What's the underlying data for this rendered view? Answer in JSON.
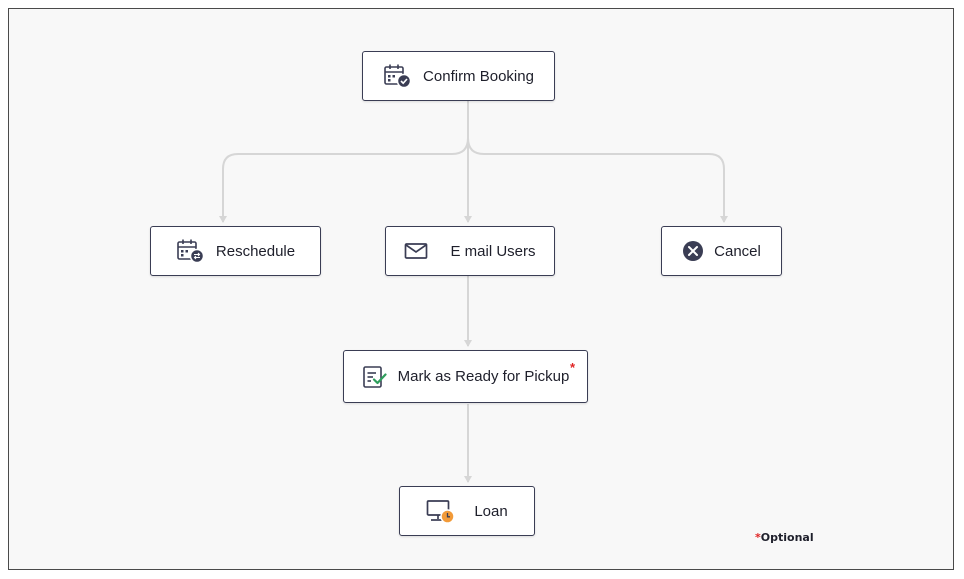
{
  "nodes": {
    "confirm_booking": {
      "label": "Confirm Booking",
      "icon": "calendar-check-icon"
    },
    "reschedule": {
      "label": "Reschedule",
      "icon": "calendar-swap-icon"
    },
    "email_users": {
      "label": "E mail Users",
      "icon": "envelope-icon"
    },
    "cancel": {
      "label": "Cancel",
      "icon": "cancel-circle-icon"
    },
    "mark_ready": {
      "label": "Mark as Ready for Pickup",
      "icon": "checklist-icon",
      "marker": "*"
    },
    "loan": {
      "label": "Loan",
      "icon": "monitor-clock-icon"
    }
  },
  "legend": {
    "marker": "*",
    "text": "Optional"
  },
  "colors": {
    "node_border": "#3a3d54",
    "connector": "#d6d6d6",
    "required_marker": "#e02424",
    "icon_accent": "#f29a38",
    "icon_dark": "#3a3d54"
  }
}
